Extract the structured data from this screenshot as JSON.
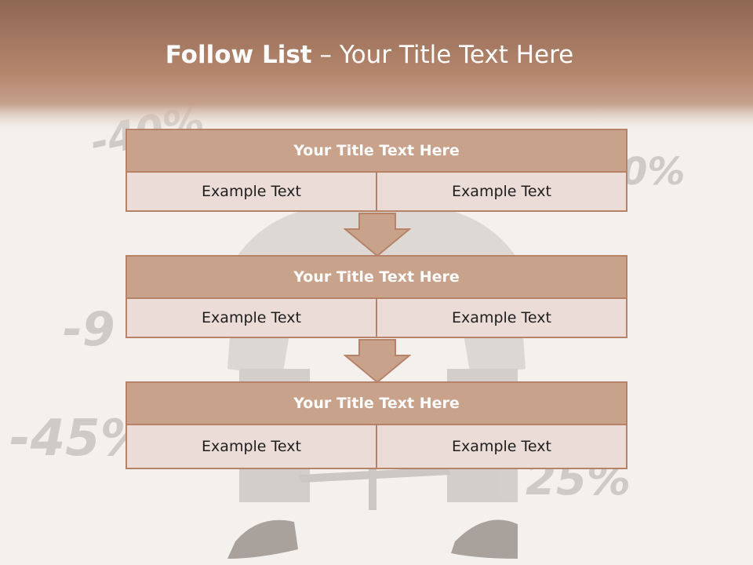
{
  "slide": {
    "title_bold": "Follow List",
    "title_rest": "– Your Title Text Here",
    "background_image": "businessman-in-office-chair-with-floating-percentages",
    "background_numbers": [
      "-40%",
      "0%",
      "-9",
      "-45%",
      "25%"
    ]
  },
  "blocks": [
    {
      "title": "Your Title Text Here",
      "left": "Example Text",
      "right": "Example Text"
    },
    {
      "title": "Your Title Text Here",
      "left": "Example Text",
      "right": "Example Text"
    },
    {
      "title": "Your Title Text Here",
      "left": "Example Text",
      "right": "Example Text"
    }
  ],
  "colors": {
    "header_band": "#a8775d",
    "block_header": "#c9a28b",
    "block_cell": "#ecdcd7",
    "border": "#b78368"
  }
}
